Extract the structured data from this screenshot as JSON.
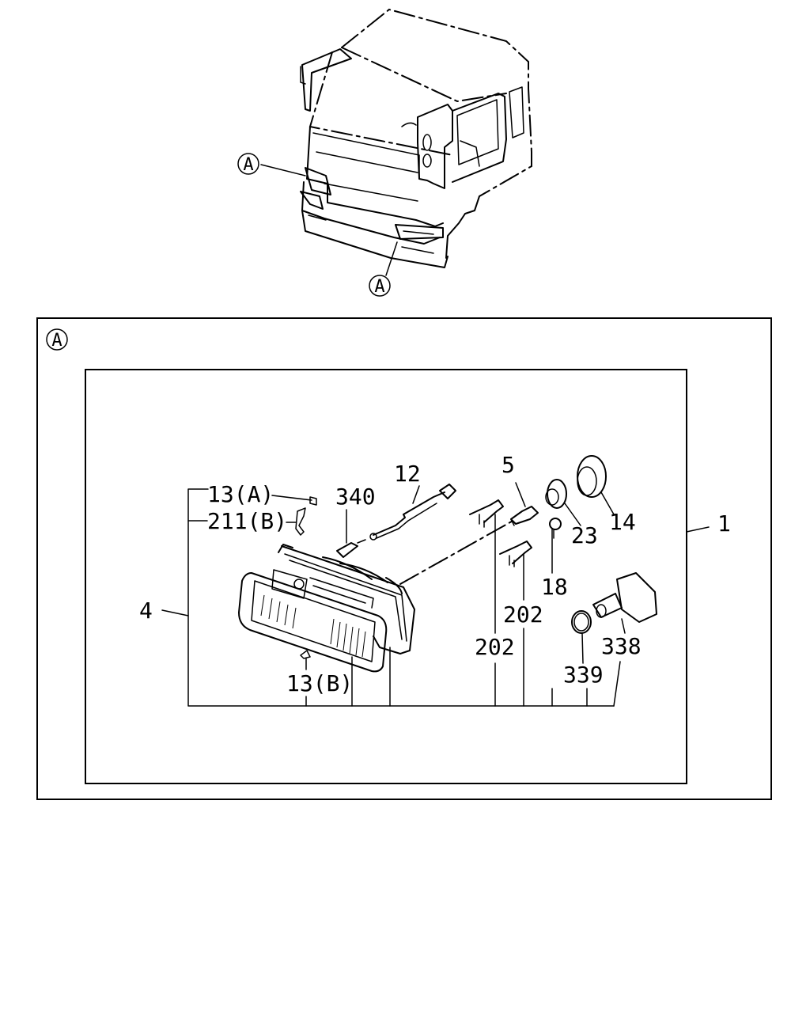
{
  "callout_letter": "A",
  "part_labels": {
    "p1": "1",
    "p4": "4",
    "p5": "5",
    "p12": "12",
    "p13a": "13(A)",
    "p13b": "13(B)",
    "p14": "14",
    "p18": "18",
    "p23": "23",
    "p202_a": "202",
    "p202_b": "202",
    "p211b": "211(B)",
    "p338": "338",
    "p339": "339",
    "p340": "340"
  }
}
